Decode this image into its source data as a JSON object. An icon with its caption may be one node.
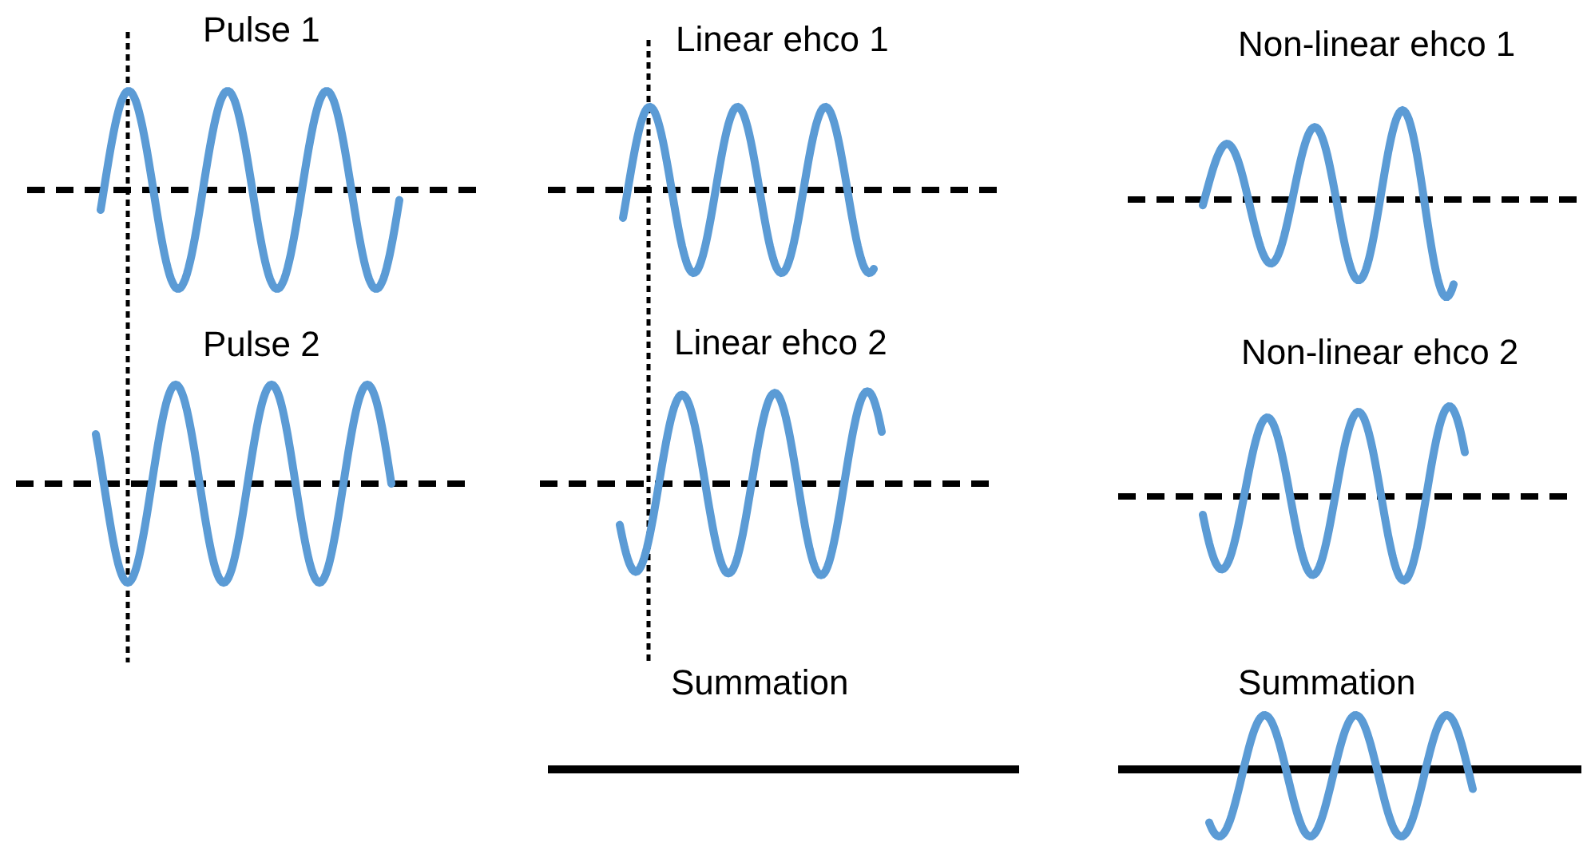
{
  "diagram": {
    "labels": [
      "Pulse 1",
      "Linear ehco 1",
      "Non-linear ehco 1",
      "Pulse 2",
      "Linear ehco 2",
      "Non-linear ehco 2",
      "Summation",
      "Summation"
    ]
  }
}
